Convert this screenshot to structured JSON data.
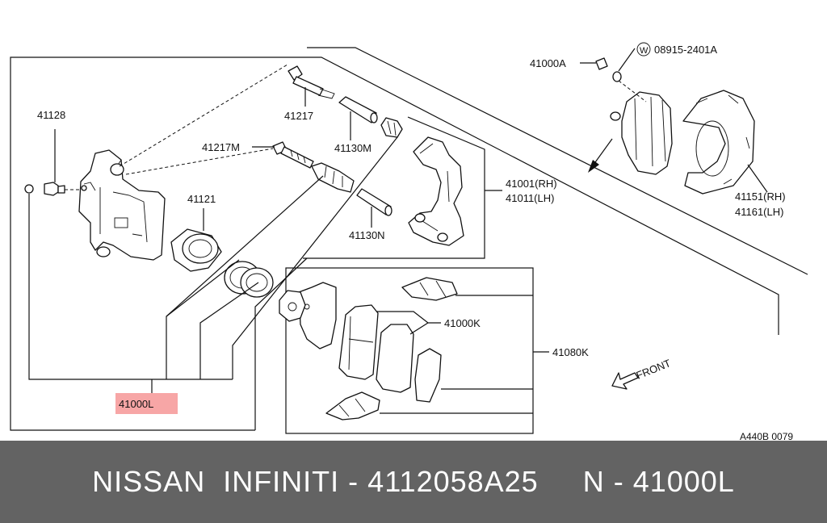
{
  "labels": {
    "p41128": "41128",
    "p41217": "41217",
    "p41217m": "41217M",
    "p41130m": "41130M",
    "p41121": "41121",
    "p41130n": "41130N",
    "p41001": "41001(RH)",
    "p41011": "41011(LH)",
    "p41000a": "41000A",
    "bolt_w": "W",
    "bolt_ref": "08915-2401A",
    "p41151": "41151(RH)",
    "p41161": "41161(LH)",
    "p41000k": "41000K",
    "p41080k": "41080K",
    "p41000l": "41000L",
    "front": "FRONT",
    "diagram_code": "A440B 0079"
  },
  "colors": {
    "highlight": "#f7a6a6",
    "footer_bg": "#636363",
    "footer_text": "#ffffff"
  },
  "footer": {
    "text": "NISSAN  INFINITI - 4112058A25     N - 41000L"
  }
}
